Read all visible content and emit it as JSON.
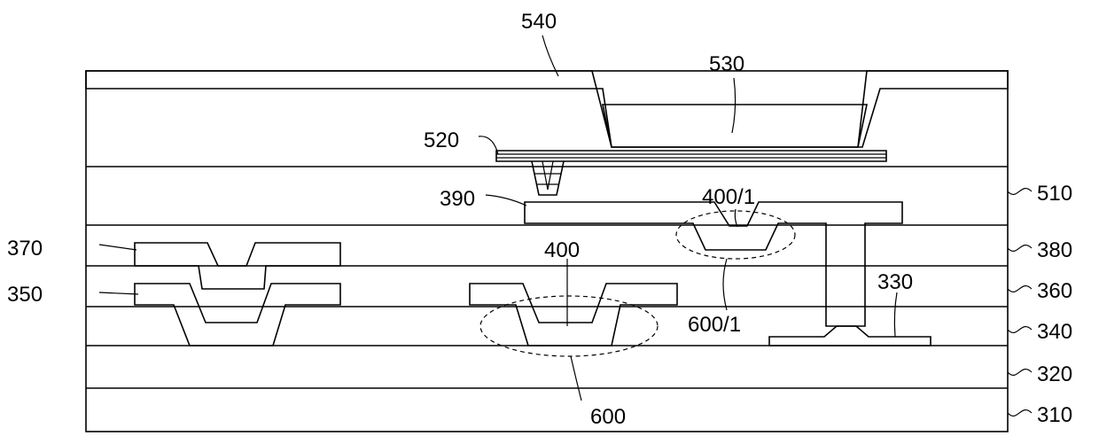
{
  "labels": {
    "l540": "540",
    "l530": "530",
    "l520": "520",
    "l390": "390",
    "l400_1": "400/1",
    "l510": "510",
    "l370": "370",
    "l380": "380",
    "l350": "350",
    "l400": "400",
    "l360": "360",
    "l330": "330",
    "l600_1": "600/1",
    "l340": "340",
    "l320": "320",
    "l600": "600",
    "l310": "310"
  }
}
